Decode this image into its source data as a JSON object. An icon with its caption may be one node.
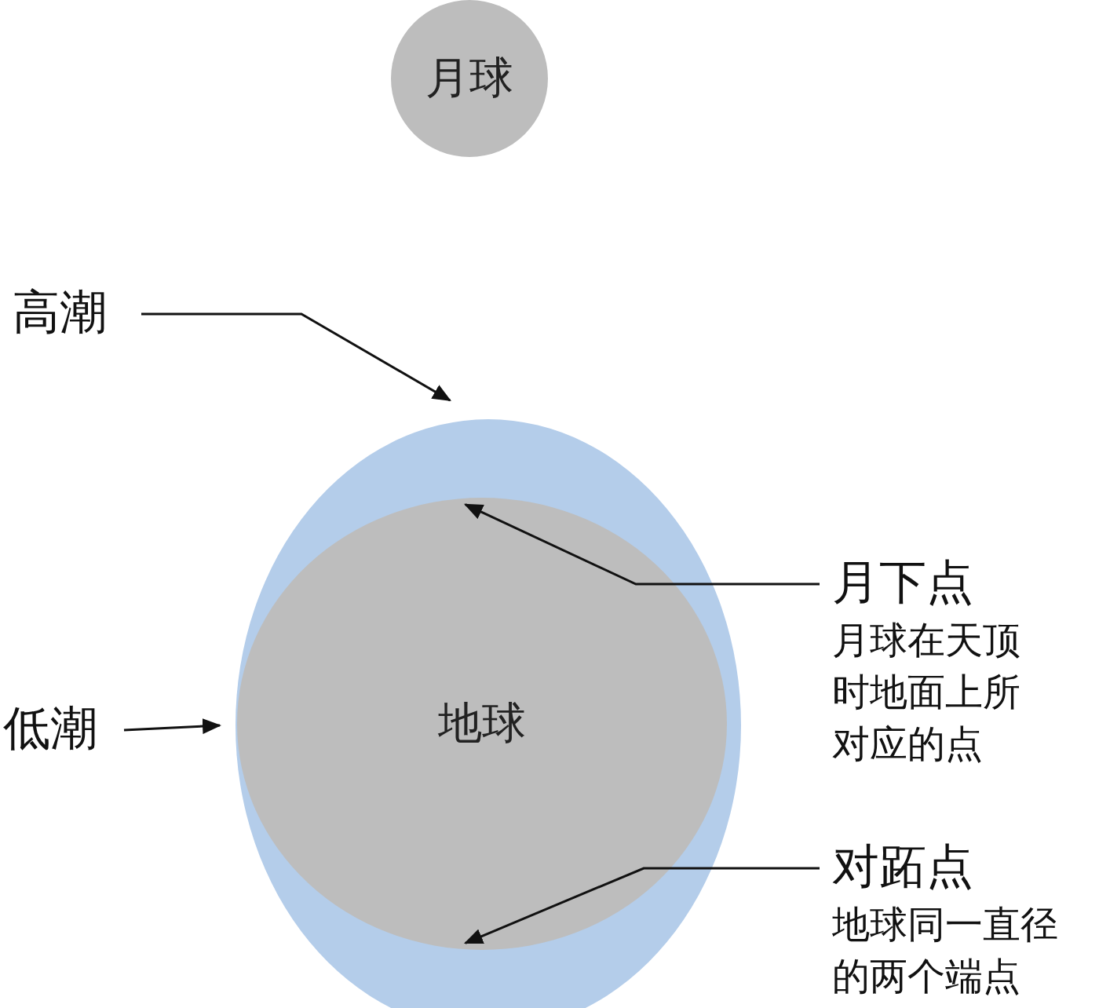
{
  "diagram": {
    "nodes": [
      {
        "text": [
          "月球"
        ]
      },
      {
        "text": [
          "高潮"
        ]
      },
      {
        "text": [],
        "shape": "ellipse"
      },
      {
        "text": [
          "月下点",
          "月球在天顶时地面上所对应的点"
        ]
      },
      {
        "text": [
          "地球"
        ],
        "in": 2
      },
      {
        "text": [
          "低潮"
        ]
      },
      {
        "text": [
          "对跖点",
          "地球同一直径的两个端点"
        ]
      }
    ],
    "edges": [
      {
        "from": 1,
        "to": 2,
        "arrow": "to"
      },
      {
        "from": 3,
        "to": 4,
        "arrow": "to"
      },
      {
        "from": 5,
        "to": 2,
        "arrow": "to"
      },
      {
        "from": 6,
        "to": 4,
        "arrow": "to"
      }
    ]
  }
}
